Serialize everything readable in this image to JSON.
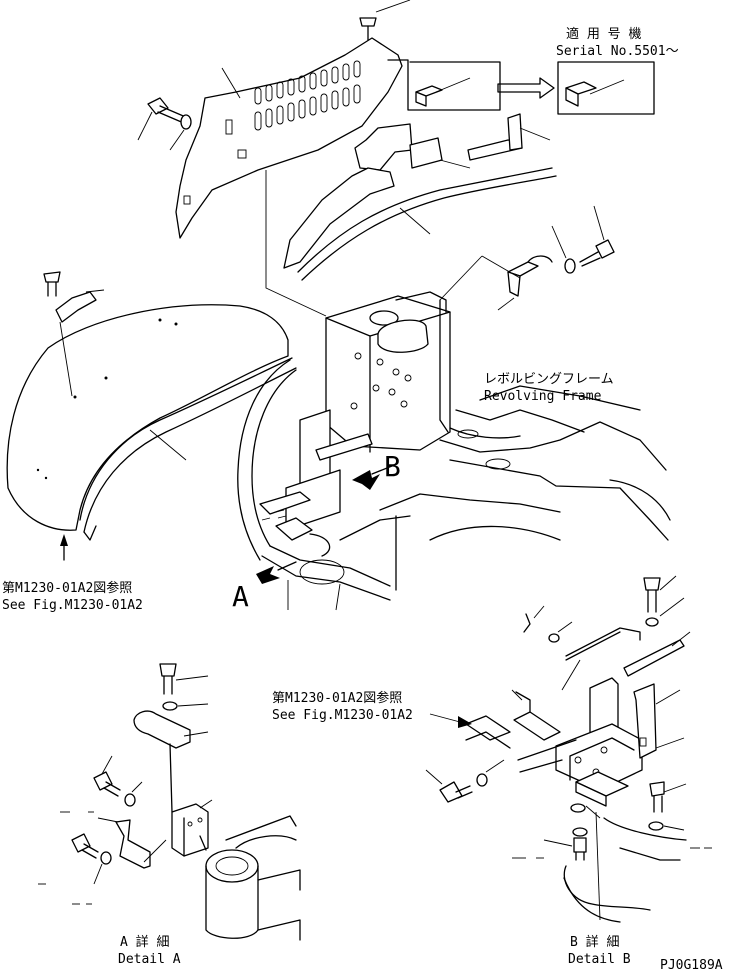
{
  "labels": {
    "serial_jp": "適 用 号 機",
    "serial_en": "Serial No.5501～",
    "frame_jp": "レボルビングフレーム",
    "frame_en": "Revolving Frame",
    "see_fig_jp": "第M1230-01A2図参照",
    "see_fig_en": "See Fig.M1230-01A2",
    "see_fig2_jp": "第M1230-01A2図参照",
    "see_fig2_en": "See Fig.M1230-01A2",
    "marker_a": "A",
    "marker_b": "B",
    "detail_a_jp": "A 詳 細",
    "detail_a_en": "Detail A",
    "detail_b_jp": "B 詳 細",
    "detail_b_en": "Detail B",
    "drawing_code": "PJ0G189A"
  }
}
